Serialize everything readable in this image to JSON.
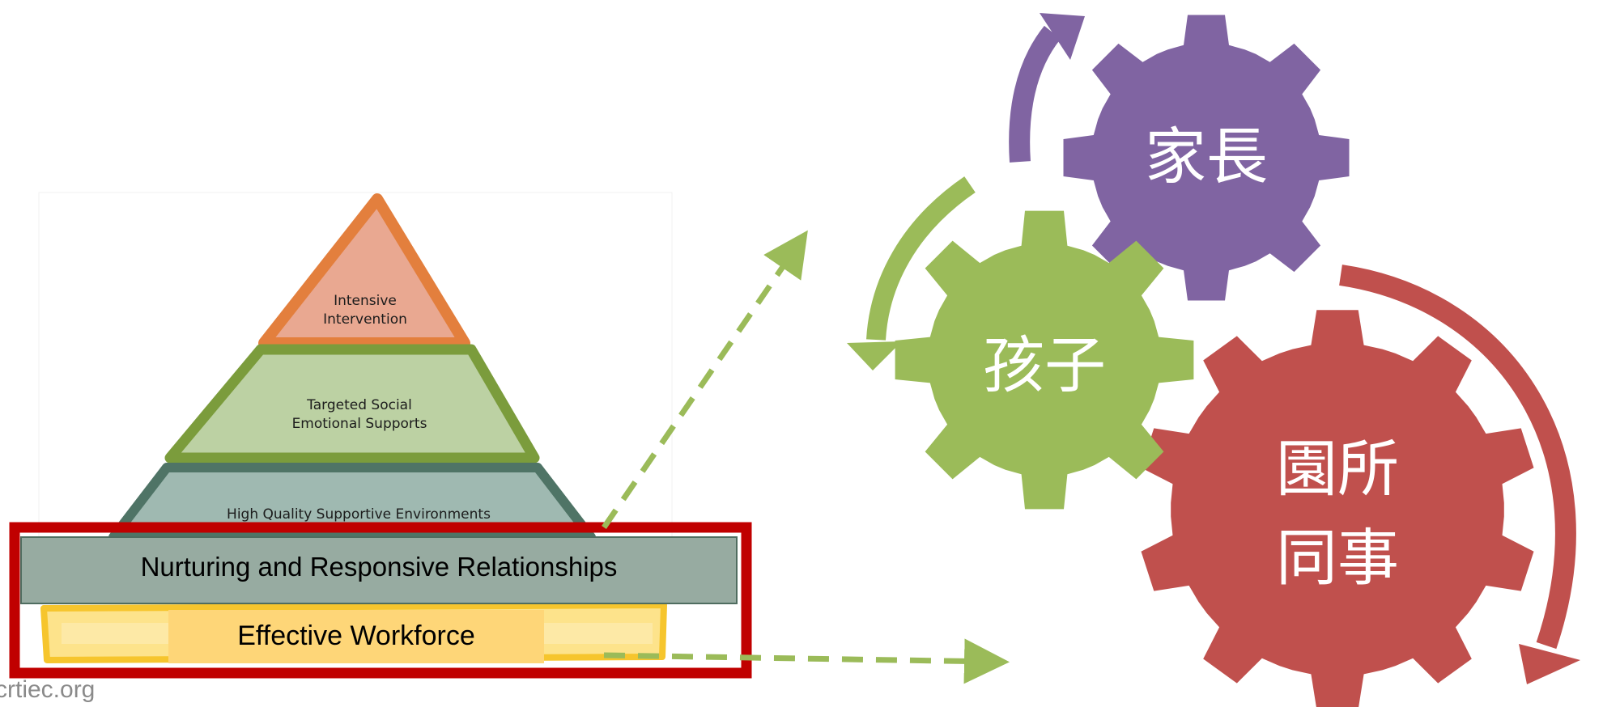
{
  "pyramid": {
    "tiers": [
      {
        "line1": "Intensive",
        "line2": "Intervention"
      },
      {
        "line1": "Targeted Social",
        "line2": "Emotional Supports"
      },
      {
        "line1": "High Quality Supportive Environments"
      }
    ],
    "relationships_label": "Nurturing and Responsive Relationships",
    "workforce_label": "Effective Workforce"
  },
  "gears": {
    "parents": {
      "label": "家長",
      "color": "#8064a2"
    },
    "child": {
      "label": "孩子",
      "color": "#9bbb59"
    },
    "school": {
      "line1": "園所",
      "line2": "同事",
      "color": "#c0504d"
    }
  },
  "colors": {
    "highlight_box": "#c00000",
    "arrow_green": "#9bbb59",
    "top_orange": "#e37f3d",
    "second_green": "#7b9c3c",
    "third_teal": "#4f7466",
    "relationships_fill": "#97aba1",
    "workforce_yellow": "#fed678"
  },
  "footer": "crtiec.org"
}
